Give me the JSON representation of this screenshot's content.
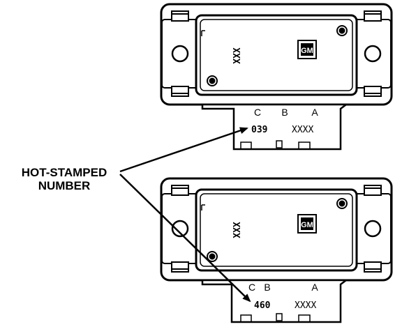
{
  "callout": {
    "line1": "HOT-STAMPED",
    "line2": "NUMBER"
  },
  "sensors": [
    {
      "body_code": "XXX",
      "pins": [
        "C",
        "B",
        "A"
      ],
      "stamped_number": "039",
      "suffix": "XXXX",
      "logo": "GM"
    },
    {
      "body_code": "XXX",
      "pins": [
        "C",
        "B",
        "A"
      ],
      "stamped_number": "460",
      "suffix": "XXXX",
      "logo": "GM"
    }
  ],
  "icons": {
    "logo": "gm-logo-icon",
    "screw": "screw-icon"
  },
  "colors": {
    "ink": "#000000",
    "paper": "#ffffff"
  }
}
